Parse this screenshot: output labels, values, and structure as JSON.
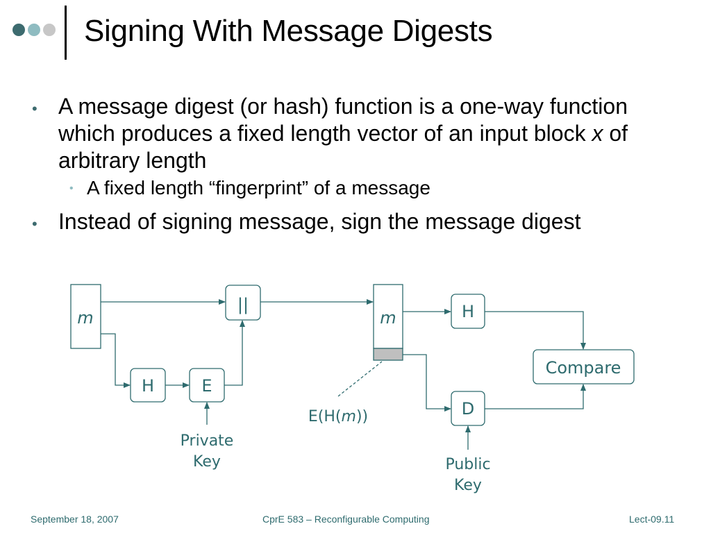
{
  "slide": {
    "title": "Signing With Message Digests"
  },
  "bullets": [
    {
      "before": "A message digest (or hash) function is a one-way function which produces a fixed length vector of an input block ",
      "italic": "x",
      "after": " of arbitrary length"
    },
    {
      "text": "Instead of signing message, sign the message digest"
    }
  ],
  "sub_bullets": [
    {
      "text": "A fixed length “fingerprint” of a message"
    }
  ],
  "diagram": {
    "message_left": "m",
    "concat_label": "||",
    "hash_left": "H",
    "encrypt_label": "E",
    "private_key": [
      "Private",
      "Key"
    ],
    "message_right": "m",
    "hash_right": "H",
    "decrypt_label": "D",
    "compare_label": "Compare",
    "signature_pre": "E(H(",
    "signature_var": "m",
    "signature_post": "))",
    "public_key": [
      "Public",
      "Key"
    ]
  },
  "footer": {
    "date": "September 18, 2007",
    "course": "CprE 583 – Reconfigurable Computing",
    "lecture": "Lect-09.11"
  },
  "colors": {
    "accent_dark": "#3d6b6f",
    "accent_light": "#8fbcc1",
    "diagram_stroke": "#2e6b6e",
    "signature_fill": "#bfbfbf"
  }
}
